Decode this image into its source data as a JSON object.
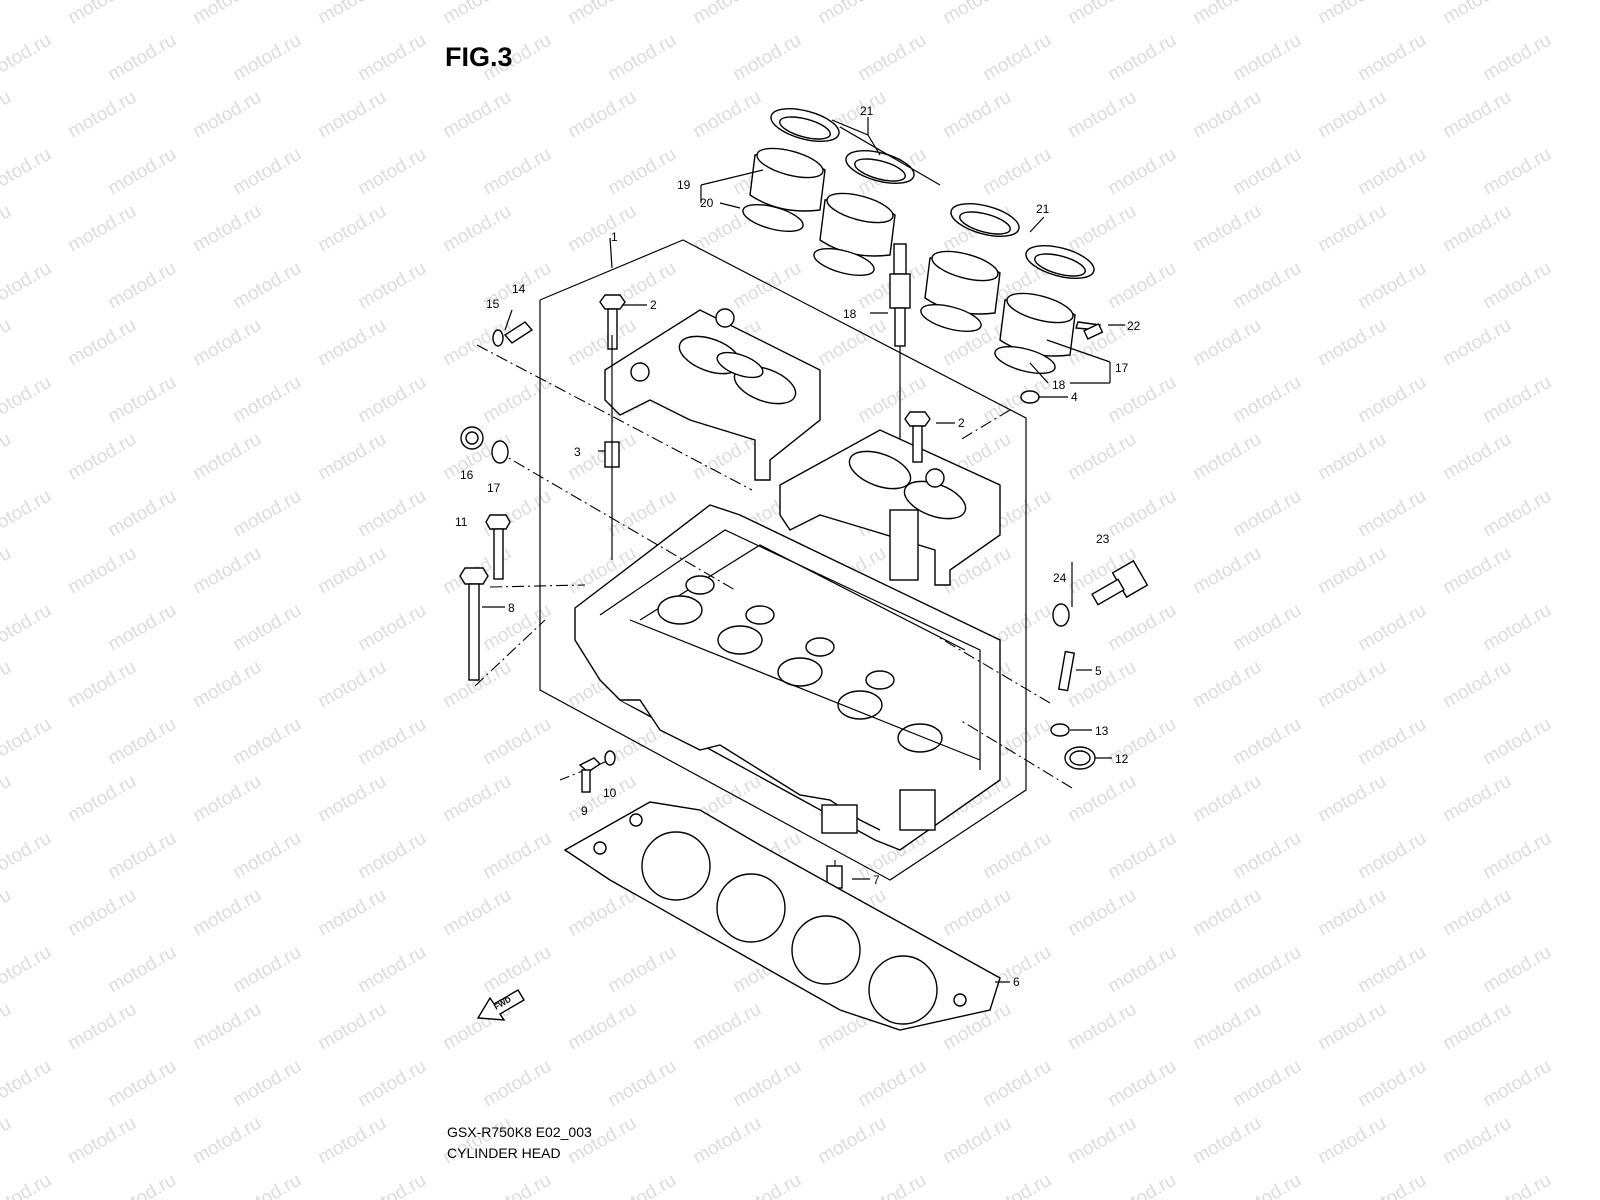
{
  "figure_label": "FIG.3",
  "footer": {
    "code": "GSX-R750K8 E02_003",
    "name": "CYLINDER HEAD"
  },
  "watermark_text": "motod.ru",
  "fwd_label": "FWD",
  "callouts": {
    "c1": "1",
    "c2a": "2",
    "c2b": "2",
    "c3": "3",
    "c4": "4",
    "c5": "5",
    "c6": "6",
    "c7": "7",
    "c8": "8",
    "c9": "9",
    "c10": "10",
    "c11": "11",
    "c12": "12",
    "c13": "13",
    "c14": "14",
    "c15": "15",
    "c16": "16",
    "c17a": "17",
    "c17b": "17",
    "c18a": "18",
    "c18b": "18",
    "c19": "19",
    "c20": "20",
    "c21a": "21",
    "c21b": "21",
    "c22": "22",
    "c23": "23",
    "c24": "24"
  }
}
